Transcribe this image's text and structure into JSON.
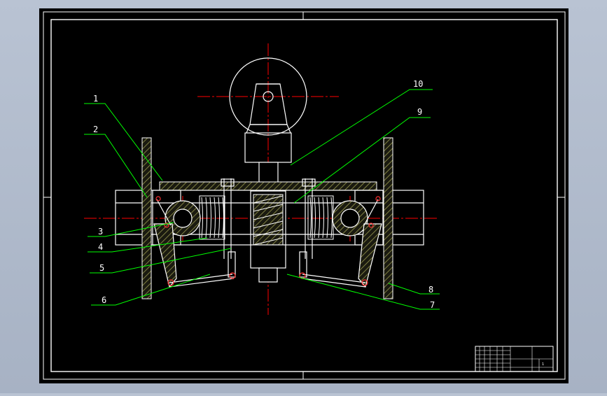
{
  "viewport": {
    "background": "#000000",
    "app_background": "#aeb8c9"
  },
  "colors": {
    "outline": "#ffffff",
    "centerline": "#ff0000",
    "leader": "#00ff00",
    "label": "#ffffff",
    "hatch": "#9a9a50",
    "hatch_fill": "#1a1a10"
  },
  "callouts": [
    "1",
    "2",
    "3",
    "4",
    "5",
    "6",
    "7",
    "8",
    "9",
    "10"
  ],
  "title_block": {
    "drawing_title": "",
    "scale": "1"
  }
}
